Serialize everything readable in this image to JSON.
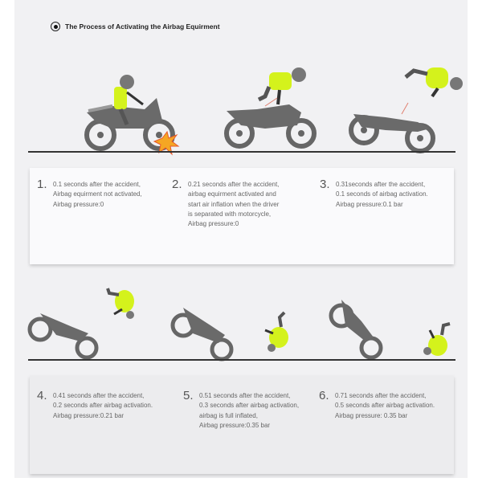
{
  "header": {
    "title": "The Process of Activating the Airbag Equirment",
    "icon": "radio-selected-icon"
  },
  "colors": {
    "vest": "#d4f21c",
    "bike": "#666666",
    "ground": "#333333",
    "spark": "#f5a623",
    "background": "#f1f1f3"
  },
  "illustrations": [
    {
      "stage": 1,
      "description": "Rider seated on motorcycle, front wheel hits obstacle with spark"
    },
    {
      "stage": 2,
      "description": "Rider lifting off seat, tether line attached"
    },
    {
      "stage": 3,
      "description": "Rider separated flying forward, tether pulled"
    },
    {
      "stage": 4,
      "description": "Motorcycle tipping up, rider airborne with inflating vest"
    },
    {
      "stage": 5,
      "description": "Motorcycle tipping up, rider upside down with inflated vest"
    },
    {
      "stage": 6,
      "description": "Motorcycle vertical, rider landing on inflated vest"
    }
  ],
  "steps": [
    {
      "number": "1.",
      "text": "0.1 seconds after the accident,\nAirbag equirment not activated,\nAirbag pressure:0"
    },
    {
      "number": "2.",
      "text": "0.21 seconds after the accident,\nairbag equirment activated and\nstart air inflation when the driver\nis separated with motorcycle,\nAirbag pressure:0"
    },
    {
      "number": "3.",
      "text": "0.31seconds after the accident,\n0.1 seconds of airbag activation.\nAirbag pressure:0.1 bar"
    },
    {
      "number": "4.",
      "text": "0.41 seconds after the accident,\n0.2 seconds after airbag activation.\nAirbag pressure:0.21 bar"
    },
    {
      "number": "5.",
      "text": "0.51 seconds after the accident,\n0.3 seconds after airbag activation,\nairbag is full inflated,\nAirbag pressure:0.35 bar"
    },
    {
      "number": "6.",
      "text": "0.71 seconds after the accident,\n0.5 seconds after airbag activation.\nAirbag pressure: 0.35 bar"
    }
  ]
}
